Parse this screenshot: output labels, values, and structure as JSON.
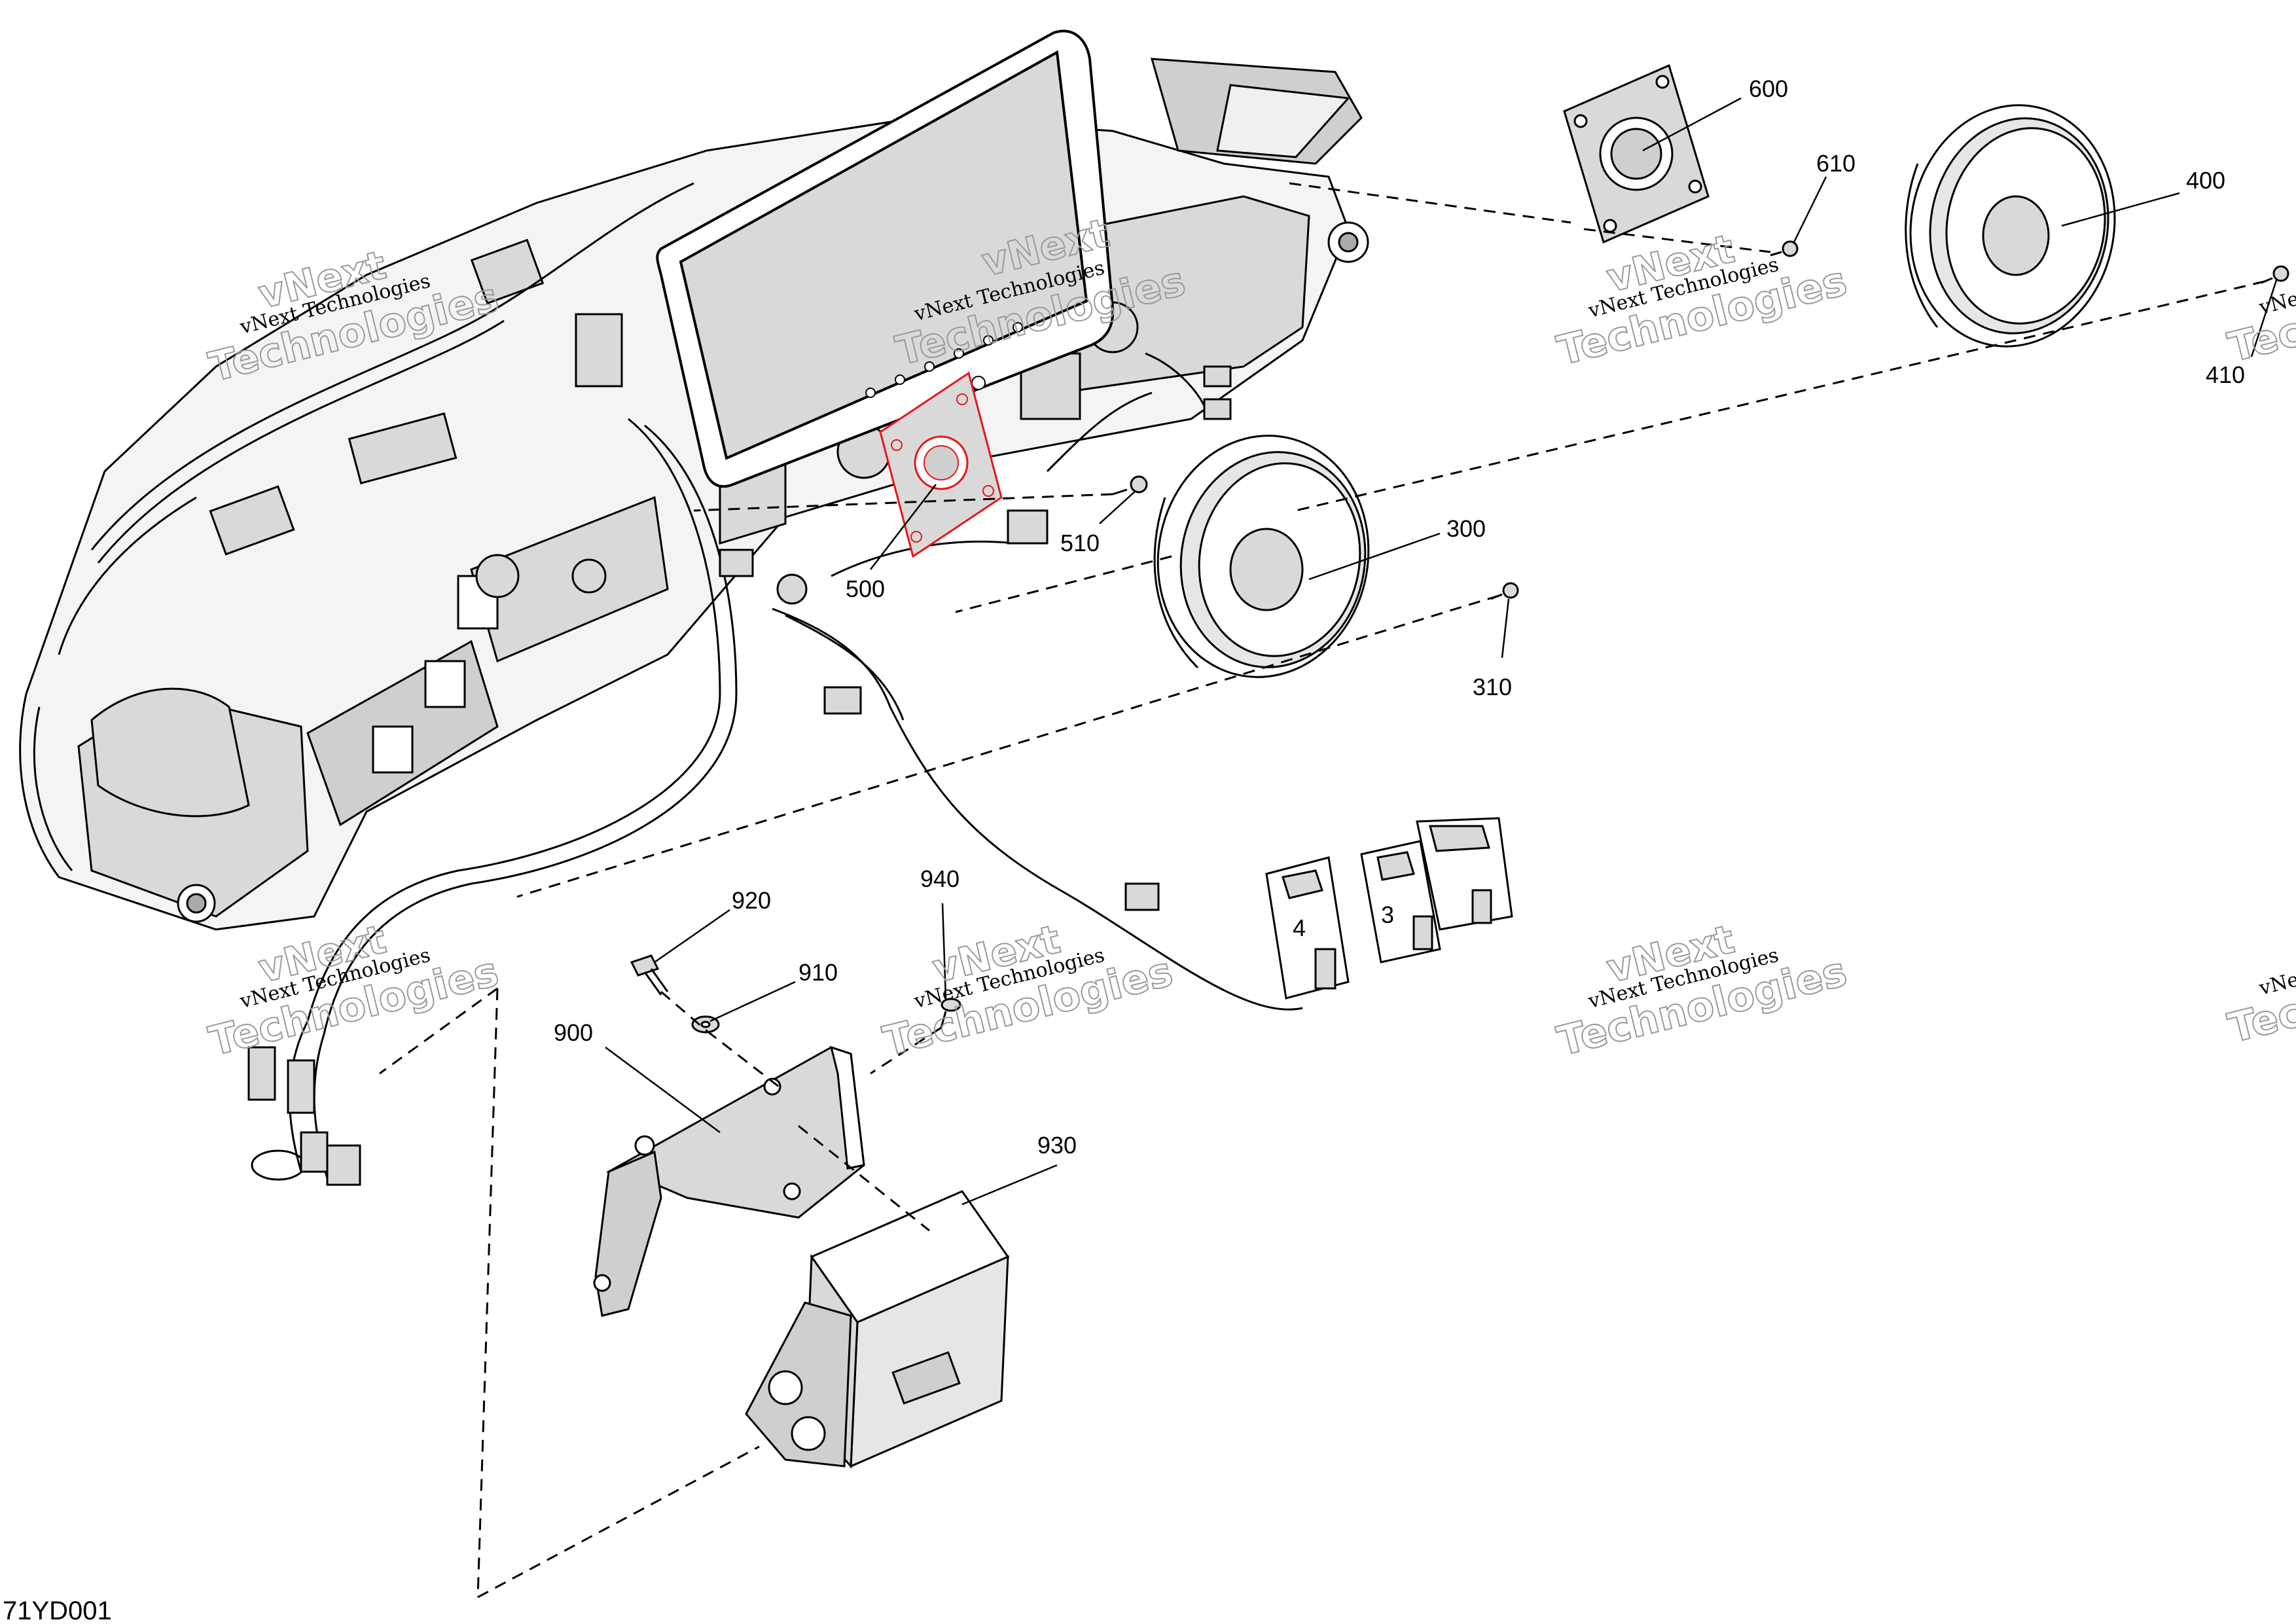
{
  "callouts": {
    "c300": "300",
    "c310": "310",
    "c400": "400",
    "c410": "410",
    "c500": "500",
    "c510": "510",
    "c600": "600",
    "c610": "610",
    "c900": "900",
    "c910": "910",
    "c920": "920",
    "c930": "930",
    "c940": "940"
  },
  "switch_numbers": {
    "s4": "4",
    "s3": "3"
  },
  "watermark": {
    "line": "vNext Technologies",
    "word1": "vNext",
    "word2": "Technologies"
  },
  "reference_code": "71YD001",
  "colors": {
    "line": "#000000",
    "fill": "#d9d9d9",
    "highlight": "#e8161b",
    "watermark_outline": "#9a9a9a"
  }
}
